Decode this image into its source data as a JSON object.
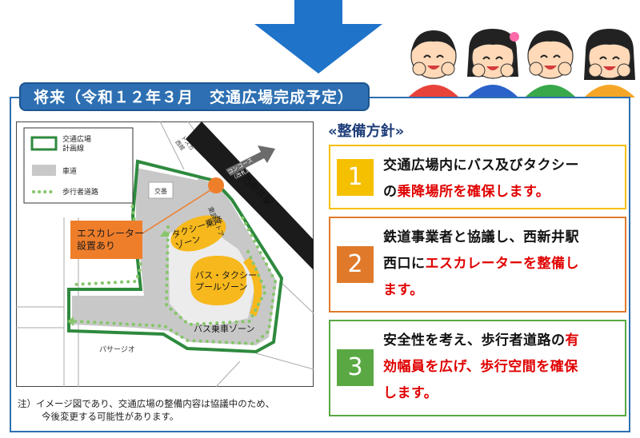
{
  "banner": {
    "title": "将来（令和１２年３月　交通広場完成予定）"
  },
  "legend": {
    "plan_line": "交通広場\n計画線",
    "roadway": "車道",
    "walkway": "歩行者道路"
  },
  "map_labels": {
    "escalator": "エスカレーター\n設置あり",
    "taxi_zone": "タクシー乗降\nゾーン",
    "pool_zone": "バス・タクシー\nプールゾーン",
    "bus_zone": "バス乗車ゾーン",
    "station": "西新井駅",
    "police_box": "交番",
    "store_left": "トスカ\n西館",
    "store_right": "東武ストア",
    "concourse": "コンコース\n（改札口）",
    "passage": "パサージオ"
  },
  "note": {
    "line1": "注）イメージ図であり、交通広場の整備内容は協議中のため、",
    "line2": "今後変更する可能性があります。"
  },
  "policy": {
    "title": "«整備方針»",
    "items": [
      {
        "num": "1",
        "line1": "交通広場内にバス及びタクシー",
        "line2_pre": "の",
        "line2_red": "乗降場所を確保します。"
      },
      {
        "num": "2",
        "line1": "鉄道事業者と協議し、西新井駅",
        "line2_pre": "西口に",
        "line2_red": "エスカレーターを整備し",
        "line3_red": "ます。"
      },
      {
        "num": "3",
        "line1_pre": "安全性を考え、歩行者道路の",
        "line1_red": "有",
        "line2_red": "効幅員を広げ、歩行空間を確保",
        "line3_red": "します。"
      }
    ]
  },
  "colors": {
    "frame": "#2d6fb2",
    "box1": "#f5c000",
    "box2": "#e07a2a",
    "box3": "#5aa843",
    "plan_line": "#2e8a3e",
    "roadway": "#c8c8c8",
    "zone": "#f6b81c",
    "escalator": "#ef7e2b",
    "emphasis": "#e00000"
  }
}
